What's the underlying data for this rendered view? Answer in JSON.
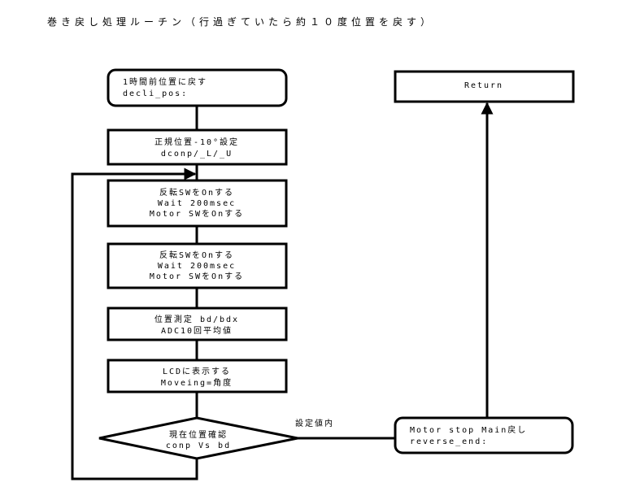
{
  "title": "巻き戻し処理ルーチン（行過ぎていたら約１０度位置を戻す）",
  "nodes": {
    "start": {
      "line1": "1時間前位置に戻す",
      "line2": "decli_pos:"
    },
    "set_pos": {
      "line1": "正規位置-10°設定",
      "line2": "dconp/_L/_U"
    },
    "reverse_a": {
      "line1": "反転SWをOnする",
      "line2": "Wait 200msec",
      "line3": "Motor SWをOnする"
    },
    "reverse_b": {
      "line1": "反転SWをOnする",
      "line2": "Wait 200msec",
      "line3": "Motor SWをOnする"
    },
    "measure": {
      "line1": "位置測定 bd/bdx",
      "line2": "ADC10回平均値"
    },
    "lcd": {
      "line1": "LCDに表示する",
      "line2": "Moveing=角度"
    },
    "decision": {
      "line1": "現在位置確認",
      "line2": "conp Vs bd"
    },
    "motor_stop": {
      "line1": "Motor stop Main戻し",
      "line2": "reverse_end:"
    },
    "return_node": {
      "line1": "Return"
    }
  },
  "edges": {
    "decision_yes_label": "設定値内"
  },
  "colors": {
    "line": "#000000",
    "background": "#ffffff"
  }
}
